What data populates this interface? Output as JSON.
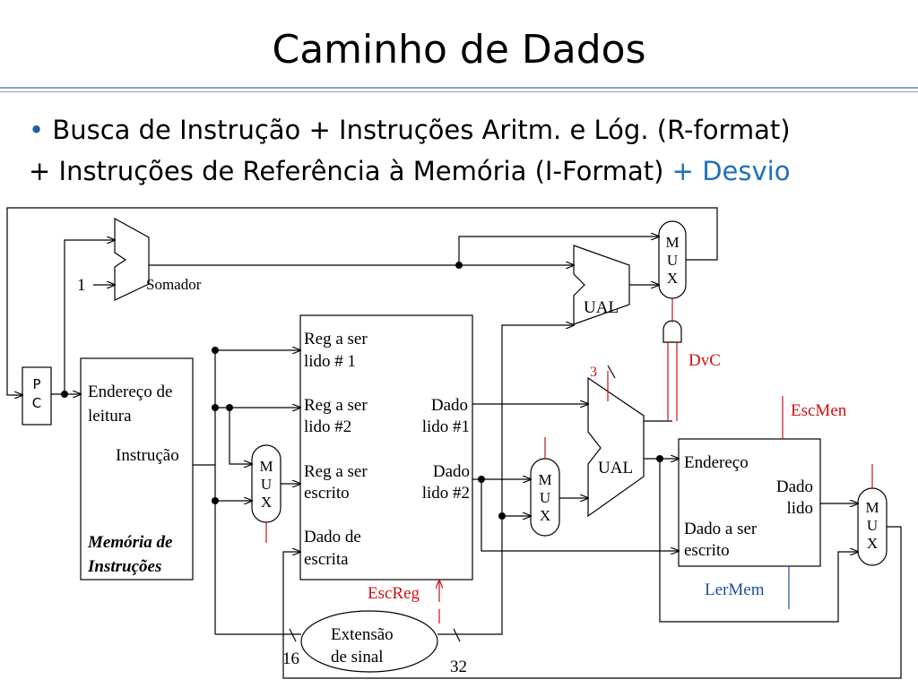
{
  "title": "Caminho de Dados",
  "subtitle": {
    "bullet": "•",
    "line1": "Busca de Instrução + Instruções Aritm. e Lóg. (R-format)",
    "line2_black": "+ Instruções de Referência à Memória (I-Format)",
    "line2_blue": "+ Desvio"
  },
  "diagram": {
    "pc": [
      "P",
      "C"
    ],
    "one": "1",
    "somador": "Somador",
    "instr_mem": {
      "addr": [
        "Endereço de",
        "leitura"
      ],
      "instr": "Instrução",
      "name": [
        "Memória de",
        "Instruções"
      ]
    },
    "regs": {
      "r1": [
        "Reg a ser",
        "lido # 1"
      ],
      "r2": [
        "Reg a ser",
        "lido #2"
      ],
      "rw": [
        "Reg a ser",
        "escrito"
      ],
      "wd": [
        "Dado de",
        "escrita"
      ],
      "d1": [
        "Dado",
        "lido #1"
      ],
      "d2": [
        "Dado",
        "lido #2"
      ]
    },
    "mux": [
      "M",
      "U",
      "X"
    ],
    "ual": "UAL",
    "three": "3",
    "dvc": "DvC",
    "escmen": "EscMen",
    "lermem": "LerMem",
    "escreg": "EscReg",
    "data_mem": {
      "addr": "Endereço",
      "rd": [
        "Dado",
        "lido"
      ],
      "wd": [
        "Dado a ser",
        "escrito"
      ]
    },
    "ext": [
      "Extensão",
      "de sinal"
    ],
    "sixteen": "16",
    "thirtytwo": "32"
  },
  "colors": {
    "control": "#cc1111",
    "accent": "#1f6fbf",
    "rule": "#8fa3bf"
  }
}
